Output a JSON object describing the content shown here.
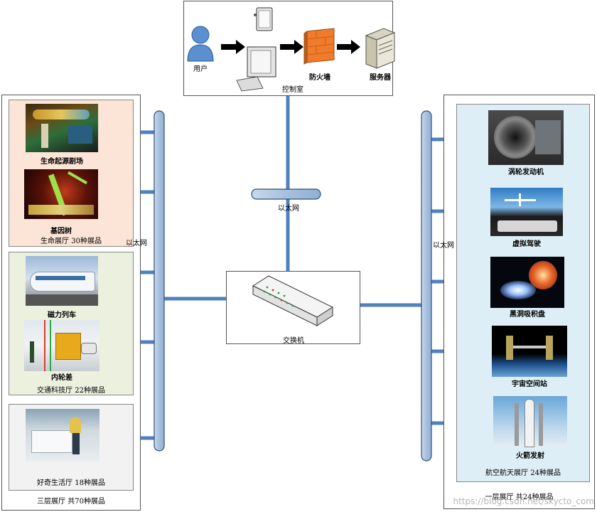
{
  "control_room": {
    "label": "控制室",
    "user_label": "用户",
    "firewall_label": "防火墙",
    "server_label": "服务器"
  },
  "switch": {
    "label": "交换机"
  },
  "center_bus": {
    "label": "以太网"
  },
  "left_bus": {
    "label": "以太网"
  },
  "right_bus": {
    "label": "以太网"
  },
  "floor3": {
    "label": "三层展厅 共70种展品",
    "halls": [
      {
        "name": "生命展厅 30种展品",
        "bg": "#fce4d6",
        "exhibits": [
          "生命起源剧场",
          "基因树"
        ]
      },
      {
        "name": "交通科技厅 22种展品",
        "bg": "#ebf1de",
        "exhibits": [
          "磁力列车",
          "内轮差"
        ]
      },
      {
        "name": "好奇生活厅 18种展品",
        "bg": "#f2f2f2",
        "exhibits": []
      }
    ]
  },
  "floor1": {
    "label": "一层展厅 共24种展品",
    "hall": {
      "name": "航空航天展厅 24种展品",
      "bg": "#ddeef6",
      "exhibits": [
        "涡轮发动机",
        "虚拟驾驶",
        "黑洞吸积盘",
        "宇宙空间站",
        "火箭发射"
      ]
    }
  },
  "watermark": "https://blog.csdn.net/skycto_com",
  "colors": {
    "link": "#4f81bd",
    "bus_fill": "#a7c0de",
    "bus_stroke": "#2f4f7a",
    "firewall": "#f07b2a"
  }
}
